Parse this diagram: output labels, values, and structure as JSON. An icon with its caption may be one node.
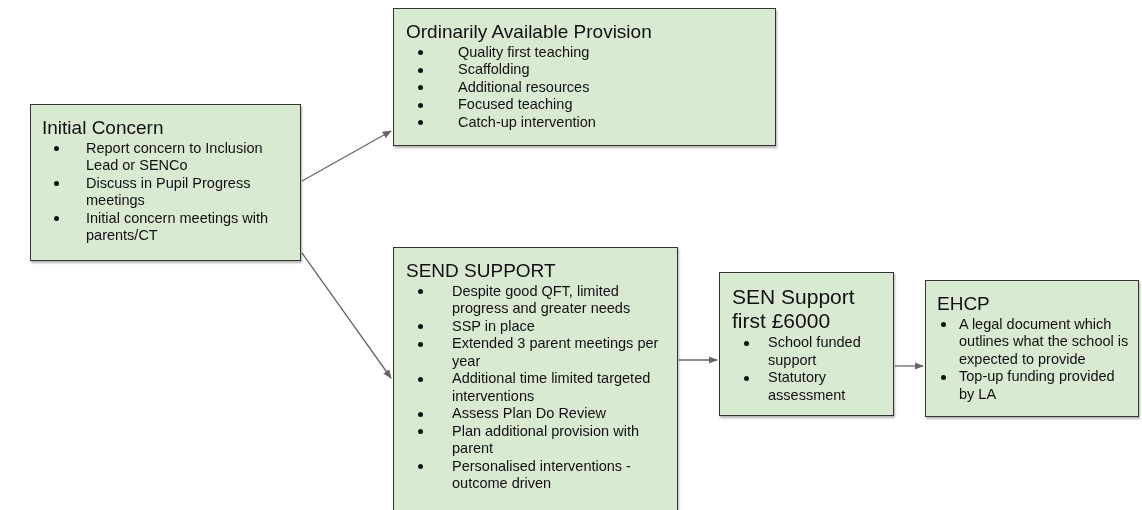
{
  "diagram": {
    "nodes": [
      {
        "text": [
          "Initial Concern",
          "Report concern to Inclusion Lead or SENCo",
          "Discuss in Pupil Progress meetings",
          "Initial concern meetings with parents/CT"
        ]
      },
      {
        "text": [
          "Ordinarily Available Provision",
          "Quality first teaching",
          "Scaffolding",
          "Additional resources",
          "Focused teaching",
          "Catch-up intervention"
        ]
      },
      {
        "text": [
          "SEND SUPPORT",
          "Despite good QFT, limited progress and greater needs",
          "SSP in place",
          "Extended 3 parent meetings per year",
          "Additional time limited targeted interventions",
          "Assess Plan Do Review",
          "Plan additional provision with parent",
          "Personalised interventions - outcome driven"
        ]
      },
      {
        "text": [
          "SEN Support first £6000",
          "School funded support",
          "Statutory assessment"
        ]
      },
      {
        "text": [
          "EHCP",
          "A legal document which outlines what the school is expected to provide",
          "Top-up funding provided by LA"
        ]
      }
    ],
    "edges": [
      {
        "from": 0,
        "to": 1,
        "arrow": "to"
      },
      {
        "from": 0,
        "to": 2,
        "arrow": "to"
      },
      {
        "from": 2,
        "to": 3,
        "arrow": "to"
      },
      {
        "from": 3,
        "to": 4,
        "arrow": "to"
      }
    ]
  }
}
